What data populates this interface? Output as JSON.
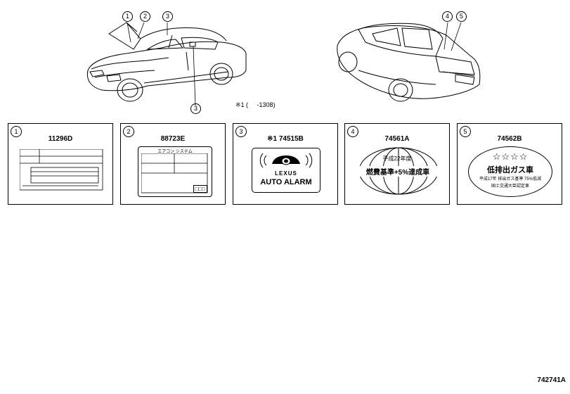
{
  "callouts": {
    "c1": "1",
    "c2": "2",
    "c3a": "3",
    "c3b": "3",
    "c4": "4",
    "c5": "5"
  },
  "note": "※1 (     -1308)",
  "panels": [
    {
      "num": "1",
      "part": "11296D"
    },
    {
      "num": "2",
      "part": "88723E",
      "label_text": "エアコン システム",
      "small_box": "□□□"
    },
    {
      "num": "3",
      "part": "※1 74515B",
      "brand": "LEXUS",
      "caption": "AUTO ALARM"
    },
    {
      "num": "4",
      "part": "74561A",
      "line1": "平成22年度",
      "line2": "燃費基準+5%達成車"
    },
    {
      "num": "5",
      "part": "74562B",
      "stars": "☆☆☆☆",
      "line1": "低排出ガス車",
      "line2": "平成17年 排出ガス基準 75%低減",
      "line3": "国土交通大臣認定車"
    }
  ],
  "diagram_id": "742741A"
}
